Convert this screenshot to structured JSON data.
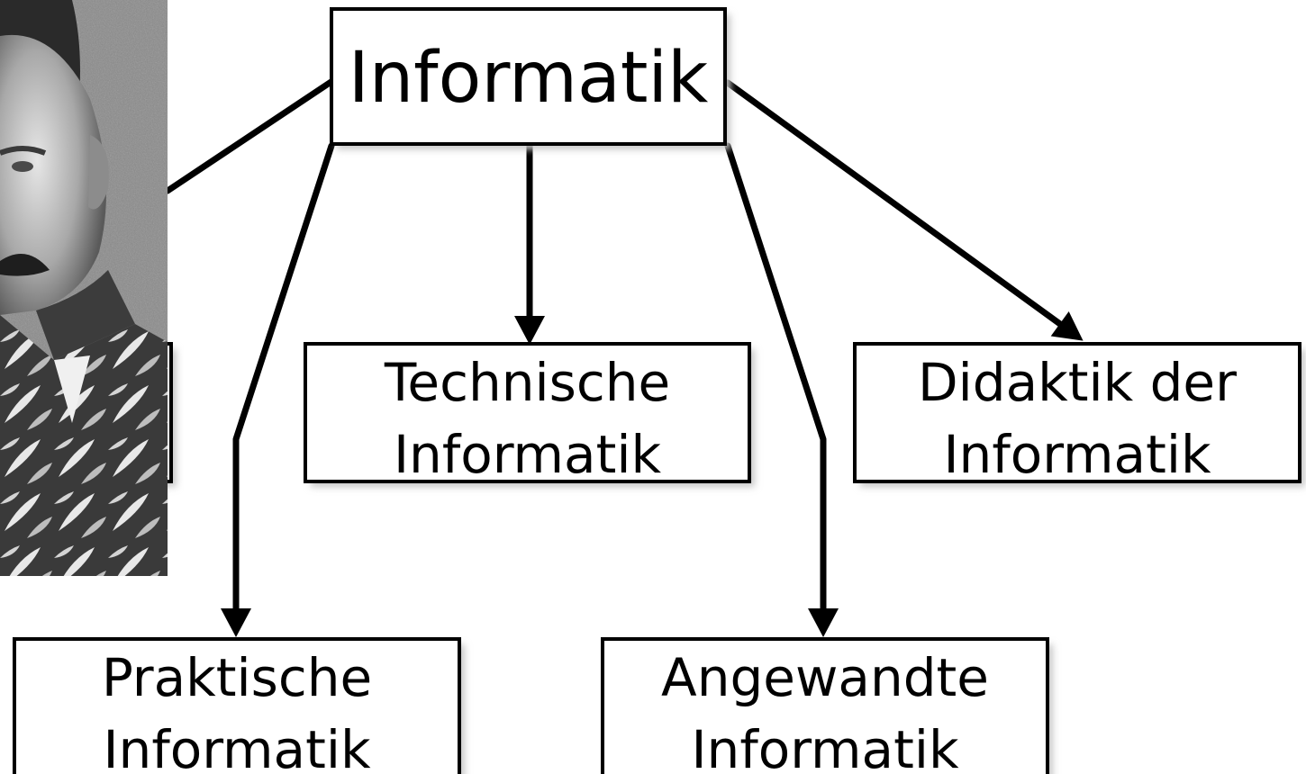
{
  "nodes": {
    "root": {
      "lines": [
        "Informatik"
      ]
    },
    "hidden_left": {
      "lines": []
    },
    "technische": {
      "lines": [
        "Technische",
        "Informatik"
      ]
    },
    "didaktik": {
      "lines": [
        "Didaktik der",
        "Informatik"
      ]
    },
    "praktische": {
      "lines": [
        "Praktische",
        "Informatik"
      ]
    },
    "angewandte": {
      "lines": [
        "Angewandte",
        "Informatik"
      ]
    }
  },
  "edges": [
    {
      "from": "root",
      "to": "hidden_left"
    },
    {
      "from": "root",
      "to": "praktische"
    },
    {
      "from": "root",
      "to": "technische"
    },
    {
      "from": "root",
      "to": "angewandte"
    },
    {
      "from": "root",
      "to": "didaktik"
    }
  ],
  "colors": {
    "line": "#000000",
    "box_fill": "#ffffff",
    "photo_bg": "#8a8a8a"
  },
  "icons": {
    "portrait": "portrait-photo-icon"
  }
}
